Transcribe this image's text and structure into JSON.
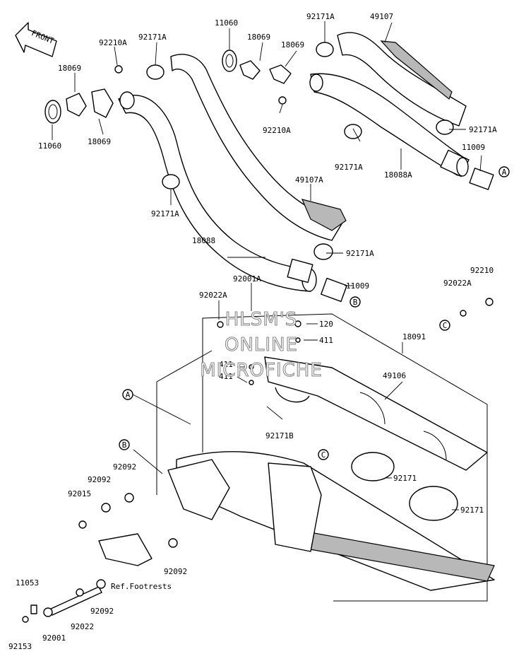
{
  "orientation_badge": "FRONT",
  "watermark": [
    "HLSM'S",
    "ONLINE",
    "MICROFICHE"
  ],
  "callout_markers": {
    "a": "A",
    "b": "B",
    "c": "C"
  },
  "reference_note": "Ref.Footrests",
  "part_labels": {
    "p11060_left": "11060",
    "p18069_upper_left": "18069",
    "p18069_lower_left": "18069",
    "p92210A_left": "92210A",
    "p92171A_top_left": "92171A",
    "p11060_top": "11060",
    "p18069_top_mid": "18069",
    "p18069_top_right": "18069",
    "p92210A_mid": "92210A",
    "p92171A_top_right": "92171A",
    "p49107_top": "49107",
    "p92171A_right": "92171A",
    "p11009_right": "11009",
    "p92171A_mid": "92171A",
    "p18088A": "18088A",
    "p49107A": "49107A",
    "p92171A_left_mid": "92171A",
    "p18088": "18088",
    "p92171A_lower": "92171A",
    "p11009_lower": "11009",
    "p92001A": "92001A",
    "p92022A_left": "92022A",
    "p120": "120",
    "p411_right": "411",
    "p411_left_a": "411",
    "p411_left_b": "411",
    "p92210": "92210",
    "p92022A_right": "92022A",
    "p18091": "18091",
    "p49106": "49106",
    "p92171B": "92171B",
    "p92092_a": "92092",
    "p92092_b": "92092",
    "p92015": "92015",
    "p92171_a": "92171",
    "p92171_b": "92171",
    "p92092_c": "92092",
    "p11053": "11053",
    "p92092_d": "92092",
    "p92022": "92022",
    "p92001": "92001",
    "p92153": "92153"
  }
}
